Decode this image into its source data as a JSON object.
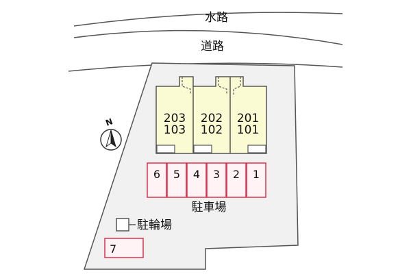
{
  "site_map": {
    "canal_label": "水路",
    "road_label": "道路",
    "compass_label": "N",
    "parking_label": "駐車場",
    "bicycle_parking_label": "駐輪場",
    "buildings": [
      {
        "upper": "203",
        "lower": "103"
      },
      {
        "upper": "202",
        "lower": "102"
      },
      {
        "upper": "201",
        "lower": "101"
      }
    ],
    "parking_spaces": [
      "6",
      "5",
      "4",
      "3",
      "2",
      "1"
    ],
    "extra_parking_space": "7"
  },
  "colors": {
    "building_fill": "#fbfbd3",
    "parking_stroke": "#e0304e",
    "parking_fill": "#fff3f5",
    "lot_fill": "#f1f1f1",
    "line": "#555555"
  }
}
